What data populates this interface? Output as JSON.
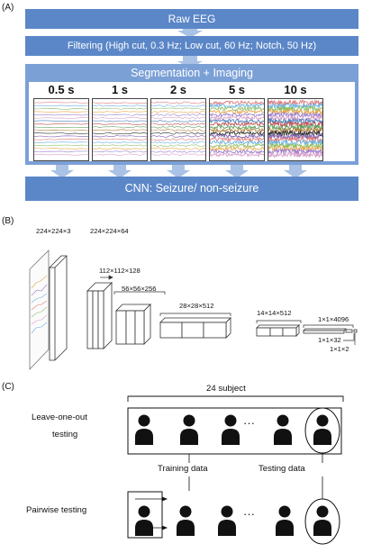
{
  "panels": {
    "a": {
      "label": "(A)",
      "raw_eeg": "Raw EEG",
      "filtering": "Filtering (High cut, 0.3 Hz; Low cut, 60 Hz; Notch, 50 Hz)",
      "segmentation": "Segmentation + Imaging",
      "durations": [
        "0.5 s",
        "1 s",
        "2 s",
        "5 s",
        "10 s"
      ],
      "cnn": "CNN: Seizure/ non-seizure",
      "colors": {
        "bar": "#5b87c8",
        "panel": "#7ba0d6",
        "arrow": "#a9c2e6"
      }
    },
    "b": {
      "label": "(B)",
      "layers": [
        "224×224×3",
        "224×224×64",
        "112×112×128",
        "56×56×256",
        "28×28×512",
        "14×14×512",
        "1×1×4096",
        "1×1×32",
        "1×1×2"
      ]
    },
    "c": {
      "label": "(C)",
      "subject_count": "24 subject",
      "loo_line1": "Leave-one-out",
      "loo_line2": "testing",
      "ellipsis": "···",
      "training": "Training data",
      "testing": "Testing data",
      "pairwise": "Pairwise testing"
    }
  }
}
